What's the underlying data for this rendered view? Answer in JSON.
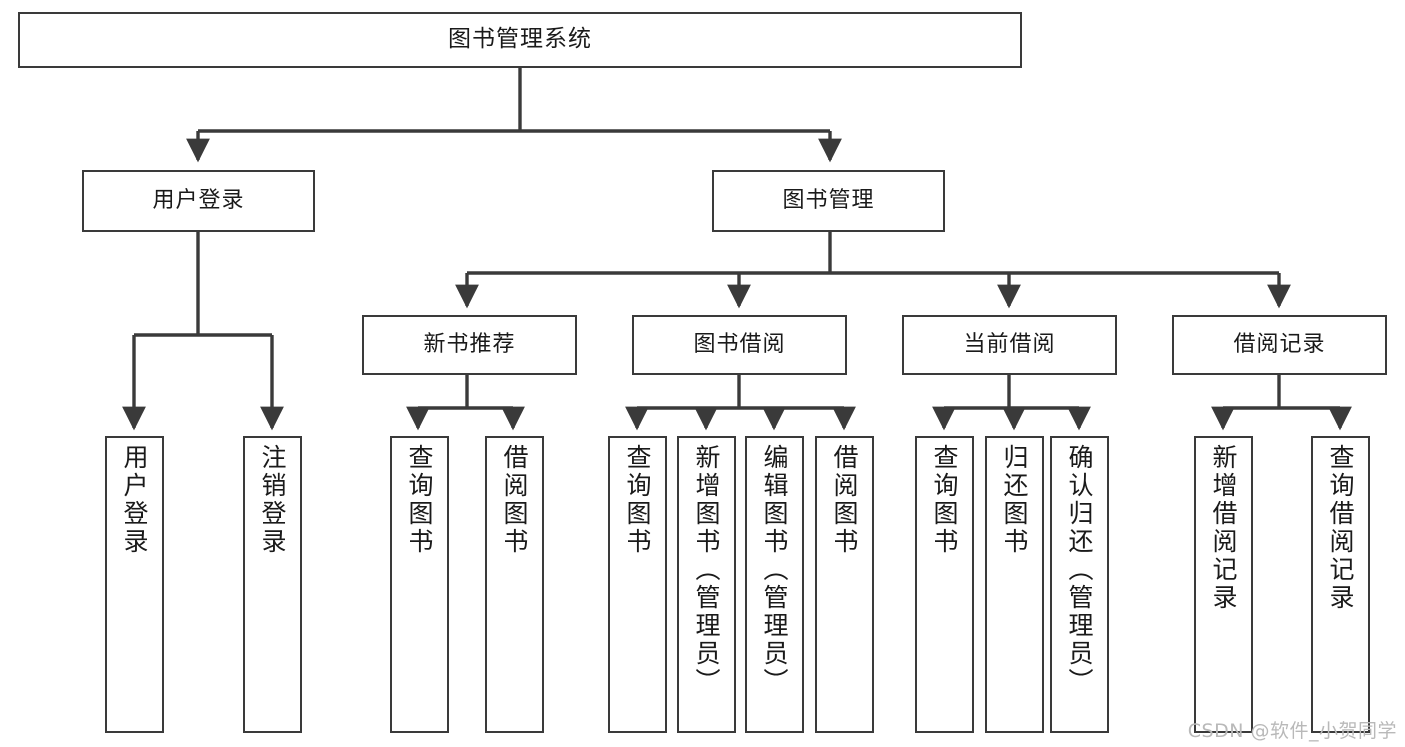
{
  "diagram": {
    "title": "图书管理系统",
    "type": "tree-hierarchy-chart",
    "colors": {
      "stroke": "#3a3a3a",
      "fill": "#ffffff",
      "text": "#1a1a1a",
      "watermark": "#b9b9b9"
    }
  },
  "root": {
    "label": "图书管理系统"
  },
  "level2": [
    {
      "label": "用户登录"
    },
    {
      "label": "图书管理"
    }
  ],
  "level3": [
    {
      "label": "新书推荐"
    },
    {
      "label": "图书借阅"
    },
    {
      "label": "当前借阅"
    },
    {
      "label": "借阅记录"
    }
  ],
  "leaves": {
    "user_login": [
      {
        "label": "用户登录"
      },
      {
        "label": "注销登录"
      }
    ],
    "new_book_recommend": [
      {
        "label": "查询图书"
      },
      {
        "label": "借阅图书"
      }
    ],
    "book_borrow": [
      {
        "label": "查询图书"
      },
      {
        "label": "新增图书（管理员）"
      },
      {
        "label": "编辑图书（管理员）"
      },
      {
        "label": "借阅图书"
      }
    ],
    "current_borrow": [
      {
        "label": "查询图书"
      },
      {
        "label": "归还图书"
      },
      {
        "label": "确认归还（管理员）"
      }
    ],
    "borrow_record": [
      {
        "label": "新增借阅记录"
      },
      {
        "label": "查询借阅记录"
      }
    ]
  },
  "watermark": {
    "text": "CSDN @软件_小贺同学"
  }
}
